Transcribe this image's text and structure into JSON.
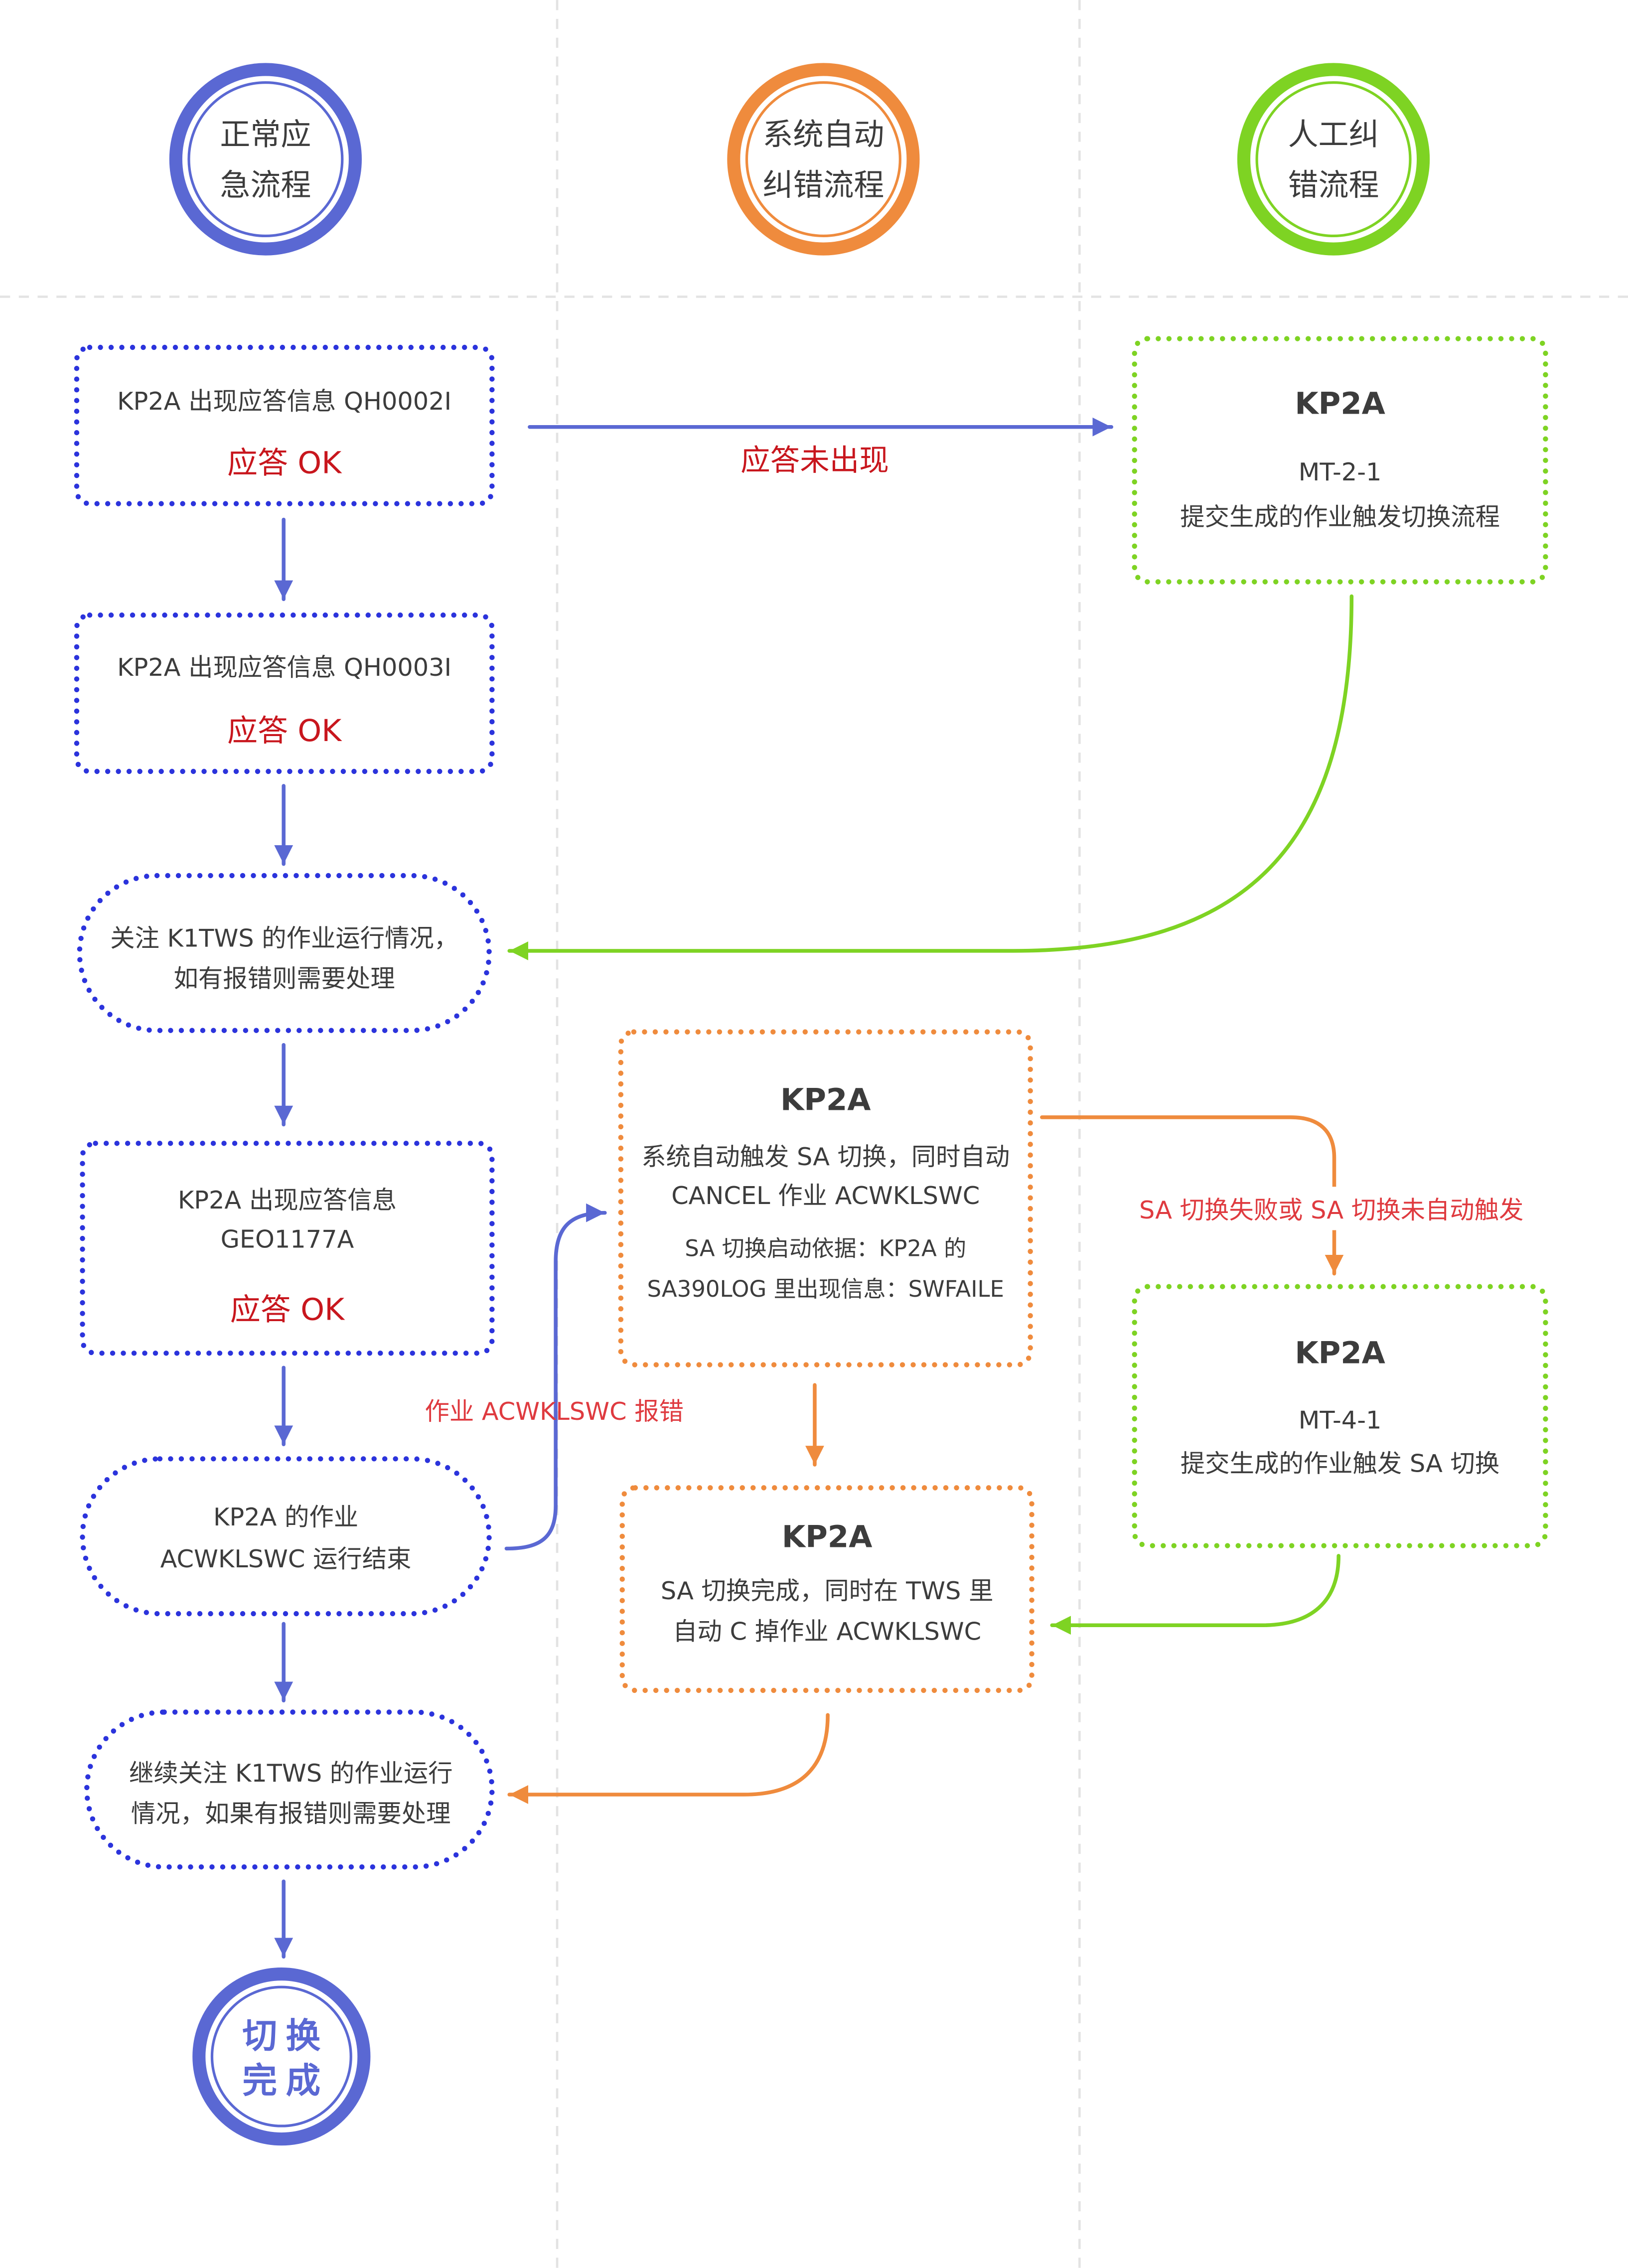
{
  "colors": {
    "normal_blue": "#5a68d3",
    "box_blue": "#2b33dc",
    "auto_orange": "#ef8b3d",
    "manual_green": "#7ed323",
    "ok_red": "#c8161d",
    "label_red": "#df3a3f",
    "text": "#3c3c3c",
    "divider": "#e3e3e3"
  },
  "lanes": {
    "normal": {
      "title_lines": [
        "正常应",
        "急流程"
      ]
    },
    "auto": {
      "title_lines": [
        "系统自动",
        "纠错流程"
      ]
    },
    "manual": {
      "title_lines": [
        "人工纠",
        "错流程"
      ]
    }
  },
  "normal_flow": {
    "step1": {
      "lines": [
        "KP2A 出现应答信息 QH0002I"
      ],
      "status": "应答 OK"
    },
    "step2": {
      "lines": [
        "KP2A 出现应答信息 QH0003I"
      ],
      "status": "应答 OK"
    },
    "step3": {
      "lines": [
        "关注 K1TWS 的作业运行情况，",
        "如有报错则需要处理"
      ]
    },
    "step4": {
      "lines": [
        "KP2A 出现应答信息",
        "GEO1177A"
      ],
      "status": "应答 OK"
    },
    "step5": {
      "lines": [
        "KP2A 的作业",
        "ACWKLSWC 运行结束"
      ]
    },
    "step6": {
      "lines": [
        "继续关注 K1TWS 的作业运行",
        "情况，如果有报错则需要处理"
      ]
    },
    "end": {
      "lines": [
        "切换",
        "完成"
      ]
    }
  },
  "auto_flow": {
    "step1": {
      "title": "KP2A",
      "lines": [
        "系统自动触发 SA 切换，同时自动",
        "CANCEL 作业 ACWKLSWC"
      ],
      "note_lines": [
        "SA 切换启动依据：KP2A 的",
        "SA390LOG 里出现信息：SWFAILE"
      ]
    },
    "step2": {
      "title": "KP2A",
      "lines": [
        "SA 切换完成，同时在 TWS 里",
        "自动 C 掉作业 ACWKLSWC"
      ]
    }
  },
  "manual_flow": {
    "step1": {
      "title": "KP2A",
      "code": "MT-2-1",
      "desc": "提交生成的作业触发切换流程"
    },
    "step2": {
      "title": "KP2A",
      "code": "MT-4-1",
      "desc": "提交生成的作业触发 SA 切换"
    }
  },
  "edge_labels": {
    "no_response": "应答未出现",
    "job_error": "作业 ACWKLSWC 报错",
    "sa_failed": "SA 切换失败或 SA 切换未自动触发"
  }
}
